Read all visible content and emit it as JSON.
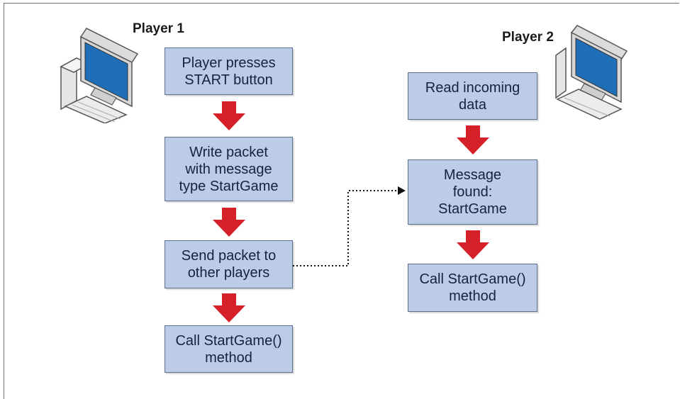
{
  "players": {
    "player1": {
      "label": "Player 1",
      "icon": "computer-icon"
    },
    "player2": {
      "label": "Player 2",
      "icon": "computer-icon"
    }
  },
  "flow_player1": [
    "Player presses\nSTART button",
    "Write packet\nwith message\ntype StartGame",
    "Send packet to\nother players",
    "Call StartGame()\nmethod"
  ],
  "flow_player2": [
    "Read incoming\ndata",
    "Message\nfound:\nStartGame",
    "Call StartGame()\nmethod"
  ],
  "colors": {
    "box_fill": "#bccbe6",
    "box_border": "#5b6f90",
    "arrow": "#d5202a",
    "monitor_screen": "#1f6fb8"
  }
}
